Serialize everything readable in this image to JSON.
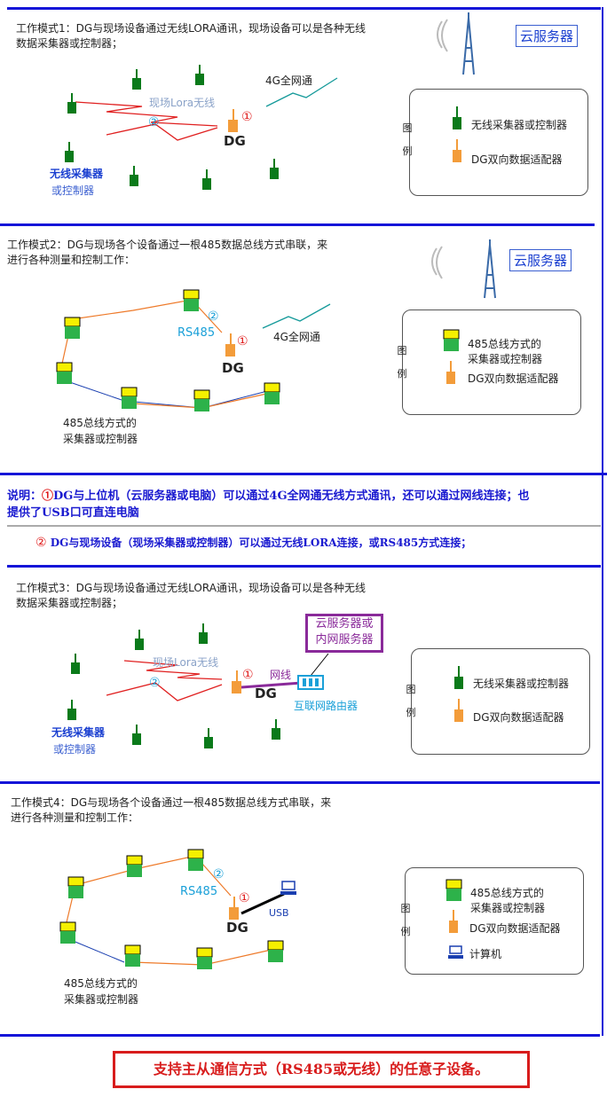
{
  "mode1": {
    "desc": [
      "工作模式1：DG与现场设备通过无线LORA通讯，现场设备可以是各种无线",
      "数据采集器或控制器；"
    ],
    "lora_label": "现场Lora无线",
    "g4_label": "4G全网通",
    "dg_label": "DG",
    "num1": "①",
    "num2": "②",
    "device_label": [
      "无线采集器",
      "或控制器"
    ],
    "cloud": "云服务器",
    "legend_title": [
      "图",
      "例"
    ],
    "legend_items": [
      "无线采集器或控制器",
      "DG双向数据适配器"
    ]
  },
  "mode2": {
    "desc": [
      "工作模式2：DG与现场各个设备通过一根485数据总线方式串联，来",
      "进行各种测量和控制工作："
    ],
    "rs485_label": "RS485",
    "g4_label": "4G全网通",
    "dg_label": "DG",
    "num1": "①",
    "num2": "②",
    "device_label": [
      "485总线方式的",
      "采集器或控制器"
    ],
    "cloud": "云服务器",
    "legend_title": [
      "图",
      "例"
    ],
    "legend_items": [
      "485总线方式的",
      "采集器或控制器",
      "DG双向数据适配器"
    ]
  },
  "note": {
    "line1_prefix": "说明：",
    "line1_num": "①",
    "line1_rest": "DG与上位机（云服务器或电脑）可以通过4G全网通无线方式通讯，还可以通过网线连接；也",
    "line2": "提供了USB口可直连电脑",
    "line3_num": "②",
    "line3_rest": " DG与现场设备（现场采集器或控制器）可以通过无线LORA连接，或RS485方式连接；"
  },
  "mode3": {
    "desc": [
      "工作模式3：DG与现场设备通过无线LORA通讯，现场设备可以是各种无线",
      "数据采集器或控制器；"
    ],
    "lora_label": "现场Lora无线",
    "net_label": "网线",
    "dg_label": "DG",
    "num1": "①",
    "num2": "②",
    "router_label": "互联网路由器",
    "server_box": [
      "云服务器或",
      "内网服务器"
    ],
    "device_label": [
      "无线采集器",
      "或控制器"
    ],
    "legend_title": [
      "图",
      "例"
    ],
    "legend_items": [
      "无线采集器或控制器",
      "DG双向数据适配器"
    ]
  },
  "mode4": {
    "desc": [
      "工作模式4：DG与现场各个设备通过一根485数据总线方式串联，来",
      "进行各种测量和控制工作："
    ],
    "rs485_label": "RS485",
    "usb_label": "USB",
    "dg_label": "DG",
    "num1": "①",
    "num2": "②",
    "device_label": [
      "485总线方式的",
      "采集器或控制器"
    ],
    "legend_title": [
      "图",
      "例"
    ],
    "legend_items": [
      "485总线方式的",
      "采集器或控制器",
      "DG双向数据适配器",
      "计算机"
    ]
  },
  "footer": "支持主从通信方式（RS485或无线）的任意子设备。",
  "colors": {
    "rule_blue": "#1515d8",
    "device_green": "#0a7a1a",
    "dg_orange": "#f39c3a",
    "bus_orange": "#ee7a2a",
    "lora_red": "#e02020",
    "g4_teal": "#159a9a",
    "label_cyan": "#1aa0d8",
    "bus_device_yellow": "#f5f000",
    "bus_device_green": "#2db24a"
  }
}
